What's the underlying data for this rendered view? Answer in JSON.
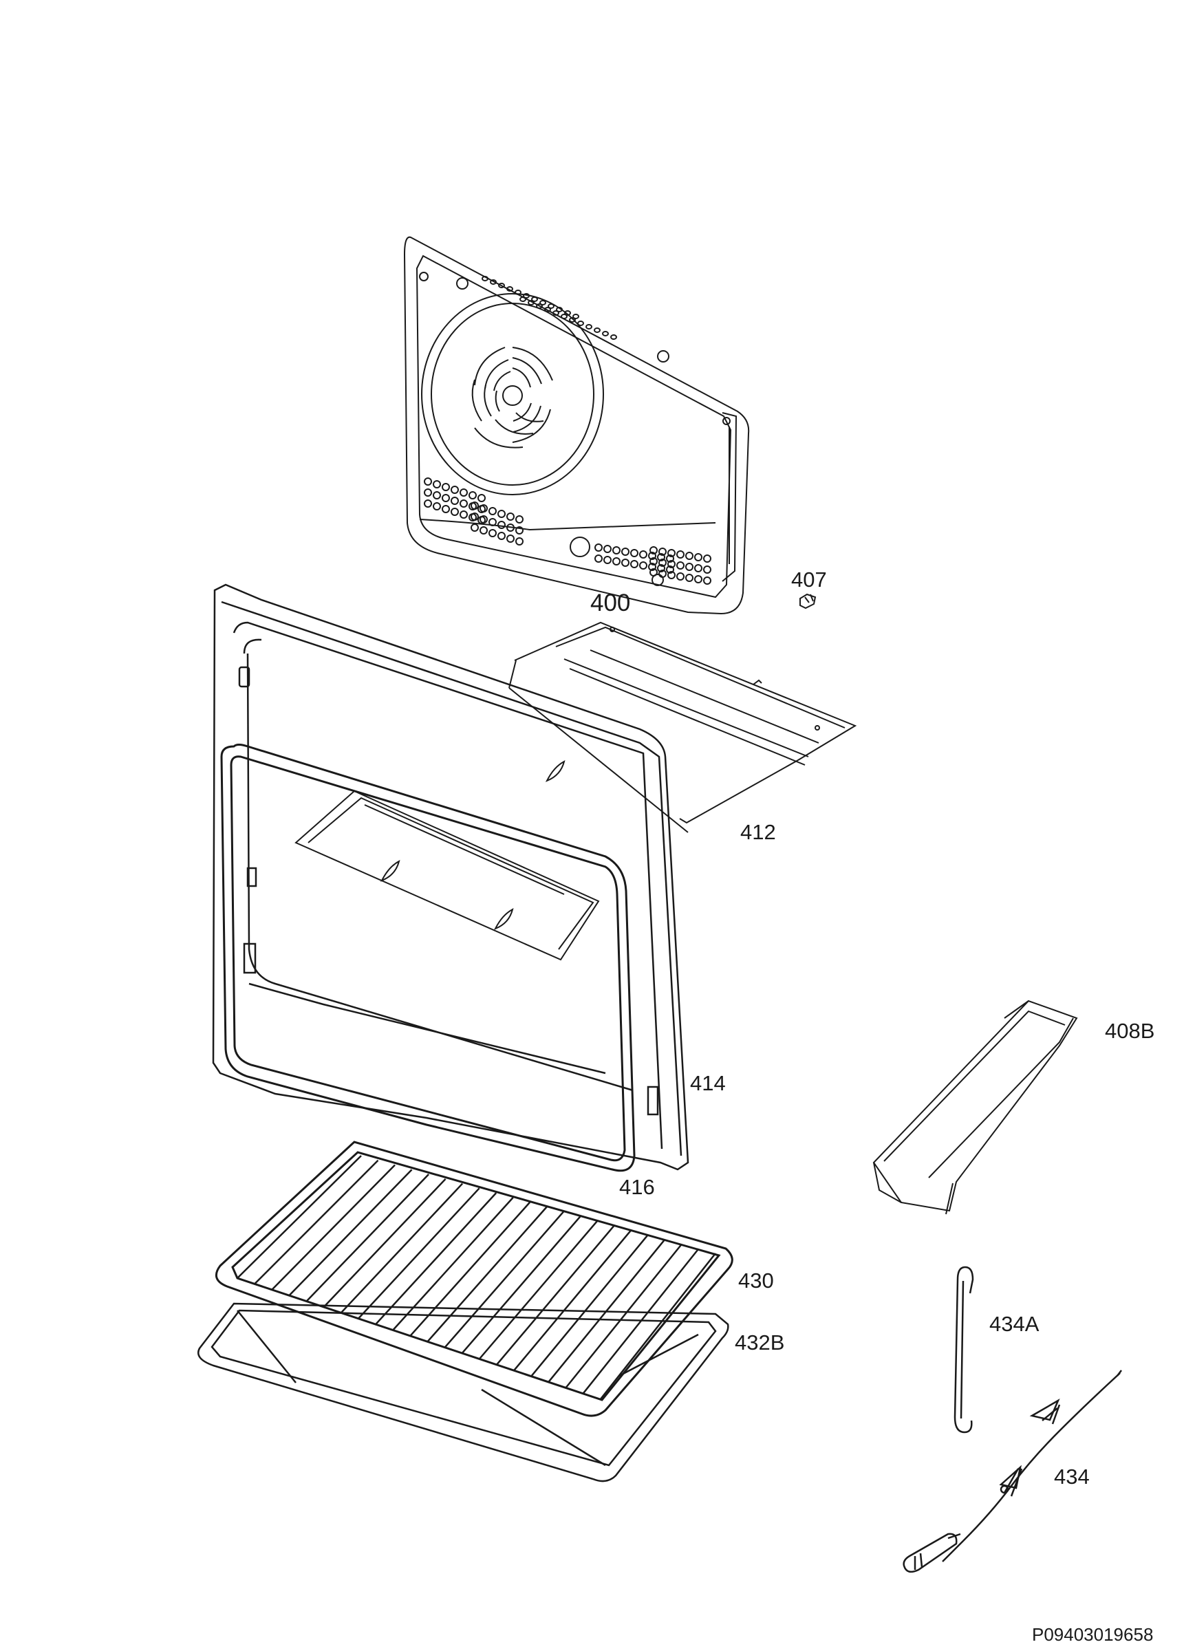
{
  "diagram": {
    "line_color": "#1a1a1a",
    "parts": [
      {
        "id": "400",
        "label": "400"
      },
      {
        "id": "407",
        "label": "407"
      },
      {
        "id": "412",
        "label": "412"
      },
      {
        "id": "414",
        "label": "414"
      },
      {
        "id": "416",
        "label": "416"
      },
      {
        "id": "408B",
        "label": "408B"
      },
      {
        "id": "430",
        "label": "430"
      },
      {
        "id": "432B",
        "label": "432B"
      },
      {
        "id": "434A",
        "label": "434A"
      },
      {
        "id": "434",
        "label": "434"
      }
    ],
    "document_code": "P09403019658"
  }
}
